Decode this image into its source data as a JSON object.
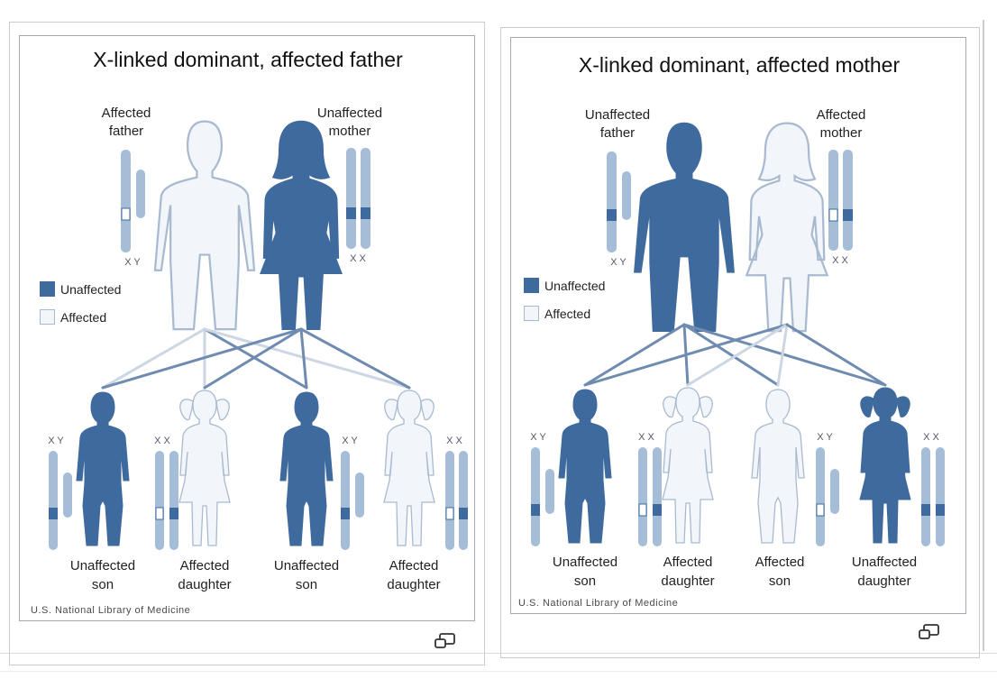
{
  "colors": {
    "dark": "#3f6a9e",
    "light": "#f2f5f9",
    "outline": "#a9bad0",
    "chromosome": "#a6bdd8",
    "line_dark": "#6f8bb0",
    "line_light": "#cdd7e4"
  },
  "left": {
    "title": "X-linked dominant, affected father",
    "parent1": {
      "label1": "Affected",
      "label2": "father",
      "xy": "X Y"
    },
    "parent2": {
      "label1": "Unaffected",
      "label2": "mother",
      "xy": "X X"
    },
    "legend_dark": "Unaffected",
    "legend_light": "Affected",
    "children": [
      {
        "label1": "Unaffected",
        "label2": "son",
        "xy": "X Y"
      },
      {
        "label1": "Affected",
        "label2": "daughter",
        "xy": "X X"
      },
      {
        "label1": "Unaffected",
        "label2": "son",
        "xy": "X Y"
      },
      {
        "label1": "Affected",
        "label2": "daughter",
        "xy": "X X"
      }
    ],
    "credit": "U.S. National Library of Medicine",
    "enlarge_icon": "enlarge-icon"
  },
  "right": {
    "title": "X-linked dominant, affected mother",
    "parent1": {
      "label1": "Unaffected",
      "label2": "father",
      "xy": "X Y"
    },
    "parent2": {
      "label1": "Affected",
      "label2": "mother",
      "xy": "X X"
    },
    "legend_dark": "Unaffected",
    "legend_light": "Affected",
    "children": [
      {
        "label1": "Unaffected",
        "label2": "son",
        "xy": "X Y"
      },
      {
        "label1": "Affected",
        "label2": "daughter",
        "xy": "X X"
      },
      {
        "label1": "Affected",
        "label2": "son",
        "xy": "X Y"
      },
      {
        "label1": "Unaffected",
        "label2": "daughter",
        "xy": "X X"
      }
    ],
    "credit": "U.S. National Library of Medicine",
    "enlarge_icon": "enlarge-icon"
  }
}
